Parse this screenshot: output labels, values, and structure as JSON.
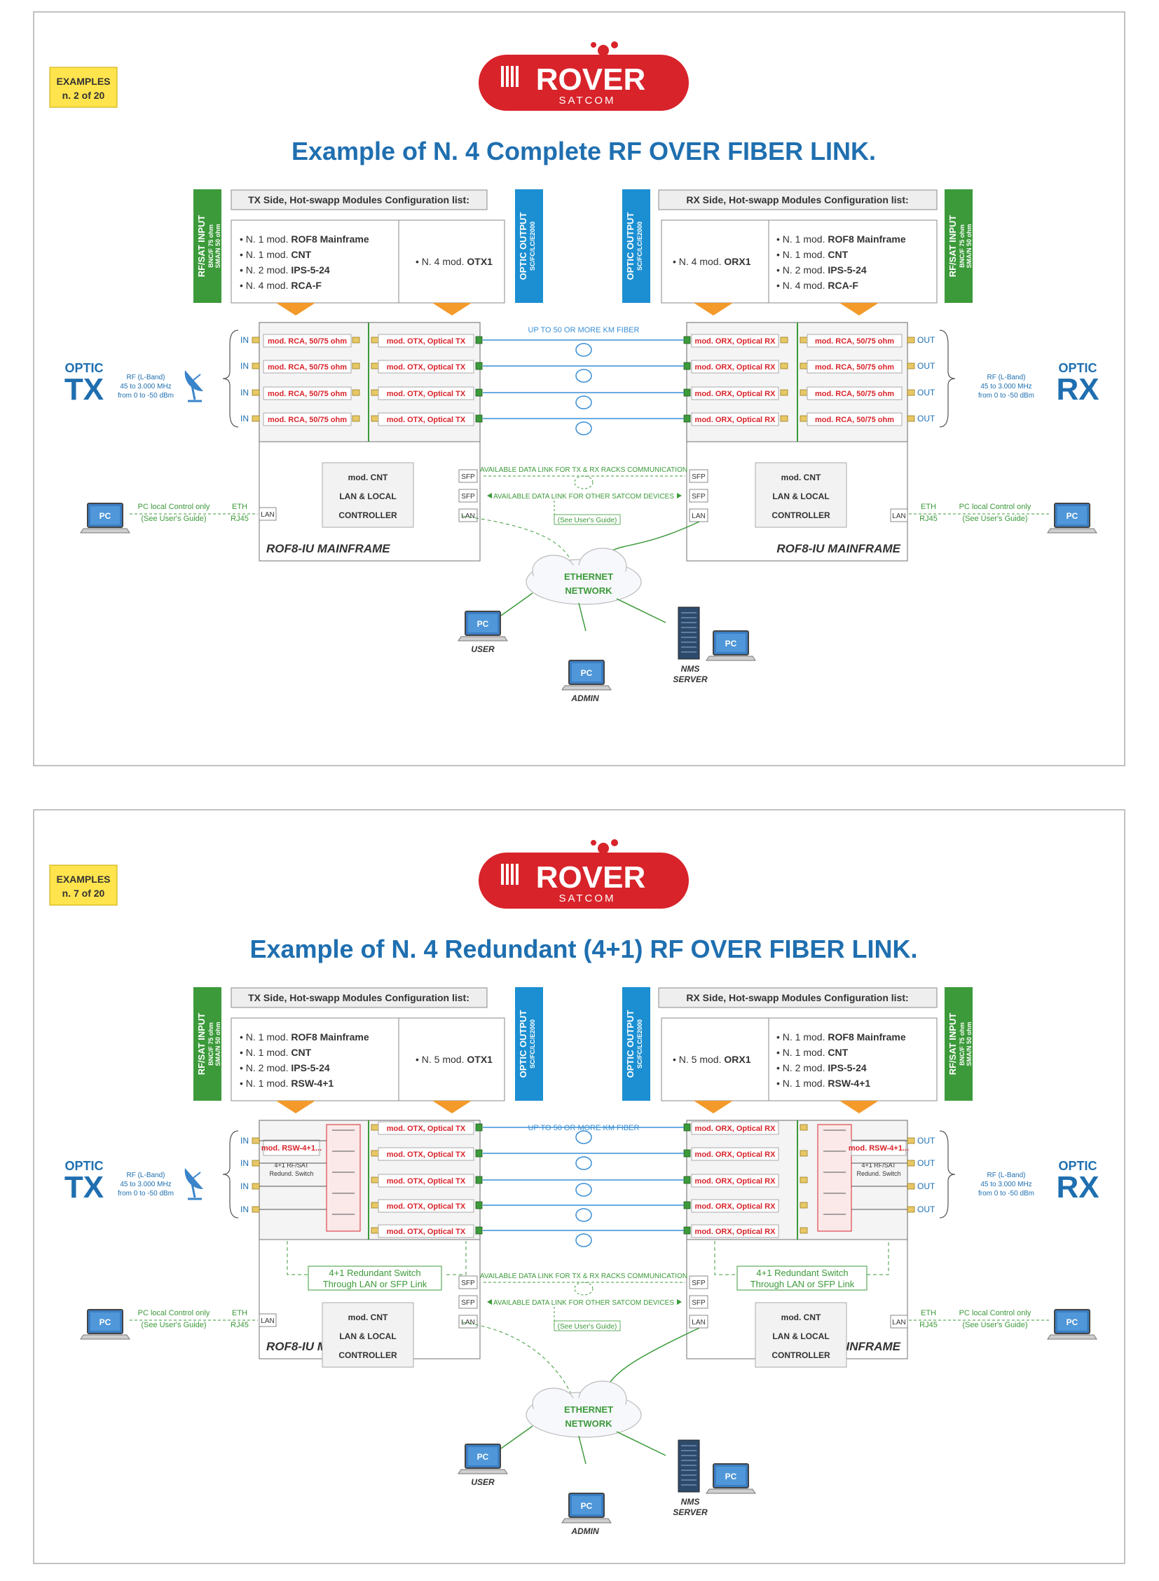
{
  "colors": {
    "blue": "#1f6fb0",
    "green": "#3c9a3a",
    "red": "#d8232a",
    "yellow": "#ffe44d",
    "orange": "#f39a2b",
    "fiber": "#3a8fd6",
    "rack_fill": "#f4f4f4"
  },
  "common": {
    "logo_main": "ROVER",
    "logo_sub": "SATCOM",
    "tx_side_header": "TX Side, Hot-swapp Modules Configuration list:",
    "rx_side_header": "RX Side, Hot-swapp Modules Configuration list:",
    "rf_input_l1": "RF/SAT INPUT",
    "rf_input_l2": "BNC/F 75 ohm",
    "rf_input_l3": "SMA/N 50 ohm",
    "optic_out_l1": "OPTIC OUTPUT",
    "optic_out_l2": "SC/FC/LC/E2000",
    "optic": "OPTIC",
    "tx": "TX",
    "rx": "RX",
    "rf_band_l1": "RF (L-Band)",
    "rf_band_l2": "45 to 3.000 MHz",
    "rf_band_l3": "from 0 to -50 dBm",
    "in": "IN",
    "out": "OUT",
    "fiber_label": "UP TO 50 OR MORE KM FIBER",
    "sfp": "SFP",
    "lan": "LAN",
    "avail_link_racks": "AVAILABLE DATA LINK FOR TX & RX RACKS COMMUNICATION",
    "avail_link_other": "AVAILABLE  DATA LINK FOR OTHER SATCOM DEVICES",
    "users_guide": "(See User's Guide)",
    "cnt_l1": "mod. CNT",
    "cnt_l2": "LAN & LOCAL",
    "cnt_l3": "CONTROLLER",
    "mainframe": "ROF8-IU MAINFRAME",
    "pc_local_l1": "PC local Control only",
    "pc_local_l2": "(See User's Guide)",
    "eth": "ETH",
    "rj45": "RJ45",
    "ethernet_l1": "ETHERNET",
    "ethernet_l2": "NETWORK",
    "pc": "PC",
    "user": "USER",
    "admin": "ADMIN",
    "nms_l1": "NMS",
    "nms_l2": "SERVER",
    "mod_rca": "mod. RCA, 50/75 ohm",
    "mod_otx": "mod. OTX, Optical TX",
    "mod_orx": "mod. ORX, Optical RX",
    "mod_rsw": "mod. RSW-4+1...",
    "rsw_sub_l1": "4+1 RF/SAT",
    "rsw_sub_l2": "Redund. Switch",
    "redund_l1": "4+1 Redundant Switch",
    "redund_l2": "Through LAN or SFP Link"
  },
  "panels": [
    {
      "badge_l1": "EXAMPLES",
      "badge_l2": "n. 2 of 20",
      "title": "Example of N. 4 Complete RF OVER FIBER LINK.",
      "tx_list": [
        {
          "pre": "N. 1 mod. ",
          "b": "ROF8 Mainframe"
        },
        {
          "pre": "N. 1 mod. ",
          "b": "CNT"
        },
        {
          "pre": "N. 2 mod. ",
          "b": "IPS-5-24"
        },
        {
          "pre": "N. 4 mod. ",
          "b": "RCA-F"
        }
      ],
      "tx_list2": {
        "pre": "N. 4 mod. ",
        "b": "OTX1"
      },
      "rx_list": [
        {
          "pre": "N. 1 mod. ",
          "b": "ROF8 Mainframe"
        },
        {
          "pre": "N. 1 mod. ",
          "b": "CNT"
        },
        {
          "pre": "N. 2 mod. ",
          "b": "IPS-5-24"
        },
        {
          "pre": "N. 4 mod. ",
          "b": "RCA-F"
        }
      ],
      "rx_list2": {
        "pre": "N. 4 mod. ",
        "b": "ORX1"
      }
    },
    {
      "badge_l1": "EXAMPLES",
      "badge_l2": "n. 7 of 20",
      "title": "Example of N. 4 Redundant (4+1) RF OVER FIBER LINK.",
      "tx_list": [
        {
          "pre": "N. 1 mod. ",
          "b": "ROF8 Mainframe"
        },
        {
          "pre": "N. 1 mod. ",
          "b": "CNT"
        },
        {
          "pre": "N. 2 mod. ",
          "b": "IPS-5-24"
        },
        {
          "pre": "N. 1 mod. ",
          "b": "RSW-4+1"
        }
      ],
      "tx_list2": {
        "pre": "N. 5 mod. ",
        "b": "OTX1"
      },
      "rx_list": [
        {
          "pre": "N. 1 mod. ",
          "b": "ROF8 Mainframe"
        },
        {
          "pre": "N. 1 mod. ",
          "b": "CNT"
        },
        {
          "pre": "N. 2 mod. ",
          "b": "IPS-5-24"
        },
        {
          "pre": "N. 1 mod. ",
          "b": "RSW-4+1"
        }
      ],
      "rx_list2": {
        "pre": "N. 5 mod. ",
        "b": "ORX1"
      }
    }
  ]
}
